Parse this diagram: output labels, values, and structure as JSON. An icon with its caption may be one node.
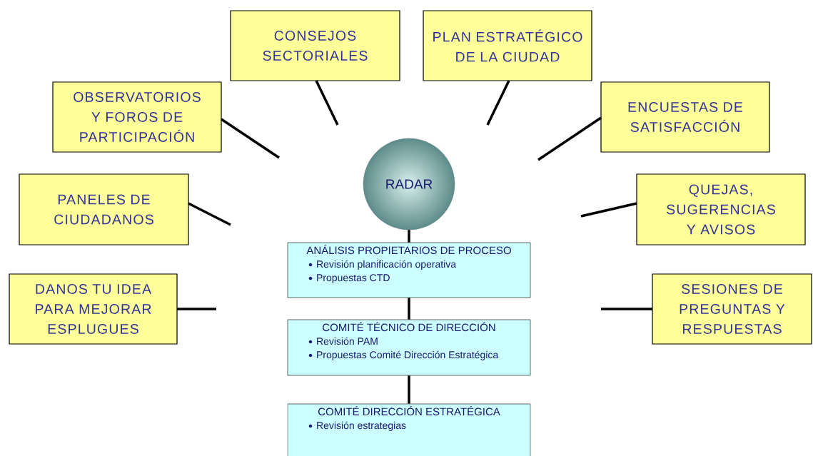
{
  "diagram": {
    "nodes": [
      {
        "text": [
          "RADAR"
        ]
      },
      {
        "text": [
          "CONSEJOS SECTORIALES"
        ]
      },
      {
        "text": [
          "PLAN ESTRATÉGICO DE LA CIUDAD"
        ]
      },
      {
        "text": [
          "OBSERVATORIOS Y FOROS DE PARTICIPACIÓN"
        ]
      },
      {
        "text": [
          "ENCUESTAS DE SATISFACCIÓN"
        ]
      },
      {
        "text": [
          "PANELES DE CIUDADANOS"
        ]
      },
      {
        "text": [
          "QUEJAS, SUGERENCIAS Y AVISOS"
        ]
      },
      {
        "text": [
          "DANOS TU IDEA PARA MEJORAR ESPLUGUES"
        ]
      },
      {
        "text": [
          "SESIONES DE PREGUNTAS Y RESPUESTAS"
        ]
      },
      {
        "text": [
          "ANÁLISIS PROPIETARIOS DE PROCESO",
          "Revisión planificación operativa",
          "Propuestas CTD"
        ]
      },
      {
        "text": [
          "COMITÉ TÉCNICO DE DIRECCIÓN",
          "Revisión PAM",
          "Propuestas Comité Dirección Estratégica"
        ]
      },
      {
        "text": [
          "COMITÉ DIRECCIÓN ESTRATÉGICA",
          "Revisión estrategias"
        ]
      }
    ],
    "edges": [
      {
        "from": 1,
        "to": null,
        "arrow": "none"
      },
      {
        "from": 2,
        "to": null,
        "arrow": "none"
      },
      {
        "from": 3,
        "to": null,
        "arrow": "none"
      },
      {
        "from": 4,
        "to": null,
        "arrow": "none"
      },
      {
        "from": 5,
        "to": null,
        "arrow": "none"
      },
      {
        "from": 6,
        "to": null,
        "arrow": "none"
      },
      {
        "from": 7,
        "to": null,
        "arrow": "none"
      },
      {
        "from": 8,
        "to": null,
        "arrow": "none"
      },
      {
        "from": 0,
        "to": 9,
        "arrow": "none"
      },
      {
        "from": 9,
        "to": 10,
        "arrow": "none"
      },
      {
        "from": 10,
        "to": 11,
        "arrow": "none"
      }
    ]
  }
}
